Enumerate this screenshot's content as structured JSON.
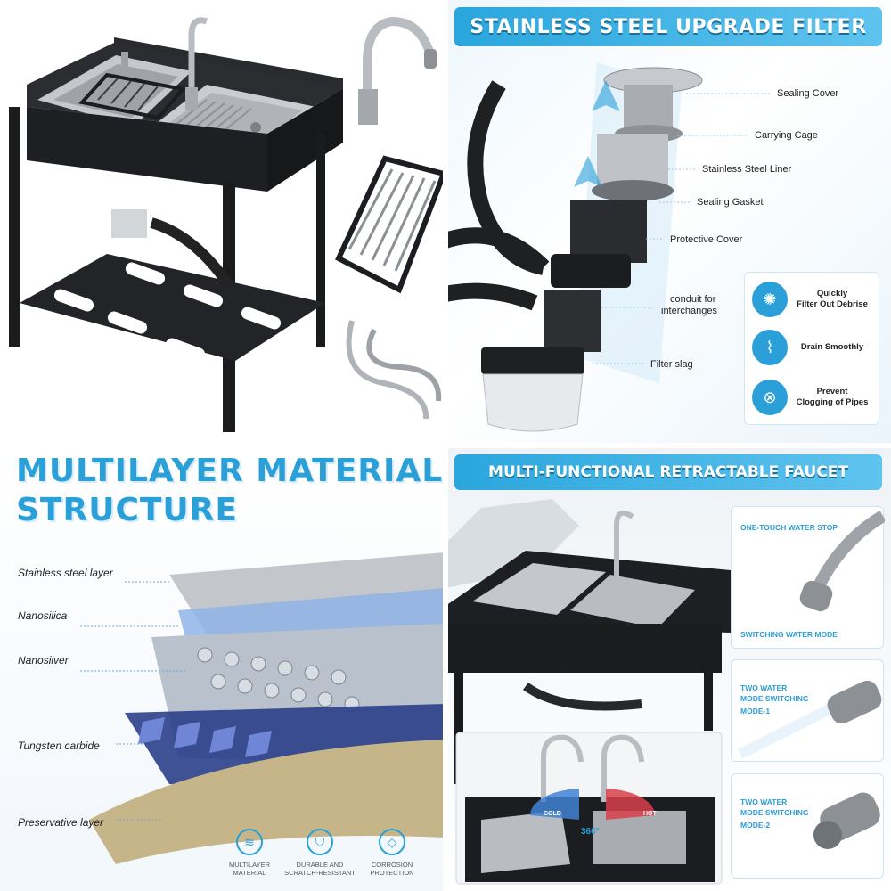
{
  "filter": {
    "banner": "STAINLESS STEEL UPGRADE FILTER",
    "parts": [
      "Sealing Cover",
      "Carrying Cage",
      "Stainless Steel Liner",
      "Sealing Gasket",
      "Protective Cover",
      "conduit for",
      "interchanges",
      "Filter slag"
    ],
    "features": [
      {
        "line1": "Quickly",
        "line2": "Filter Out Debrise",
        "icon": "fan-icon"
      },
      {
        "line1": "Drain Smoothly",
        "line2": "",
        "icon": "faucet-icon"
      },
      {
        "line1": "Prevent",
        "line2": "Clogging of Pipes",
        "icon": "wheel-icon"
      }
    ]
  },
  "material": {
    "title_line1": "MULTILAYER MATERIAL",
    "title_line2": "STRUCTURE",
    "layers": [
      "Stainless steel layer",
      "Nanosilica",
      "Nanosilver",
      "Tungsten carbide",
      "Preservative layer"
    ],
    "badges": [
      {
        "line1": "MULTILAYER",
        "line2": "MATERIAL",
        "icon": "layers-icon"
      },
      {
        "line1": "DURABLE AND",
        "line2": "SCRATCH-RESISTANT",
        "icon": "shield-icon"
      },
      {
        "line1": "CORROSION",
        "line2": "PROTECTION",
        "icon": "diamond-icon"
      }
    ]
  },
  "faucet": {
    "banner": "MULTI-FUNCTIONAL RETRACTABLE FAUCET",
    "card1_top": "ONE-TOUCH WATER STOP",
    "card1_bottom": "SWITCHING WATER  MODE",
    "card2_l1": "TWO WATER",
    "card2_l2": "MODE SWITCHING",
    "card2_l3": "MODE-1",
    "card3_l1": "TWO WATER",
    "card3_l2": "MODE SWITCHING",
    "card3_l3": "MODE-2",
    "cold": "COLD",
    "hot": "HOT",
    "rotate": "360°"
  },
  "colors": {
    "accent": "#2a9fd8",
    "sink_body": "#1e1f22",
    "steel": "#b9bcc0"
  }
}
